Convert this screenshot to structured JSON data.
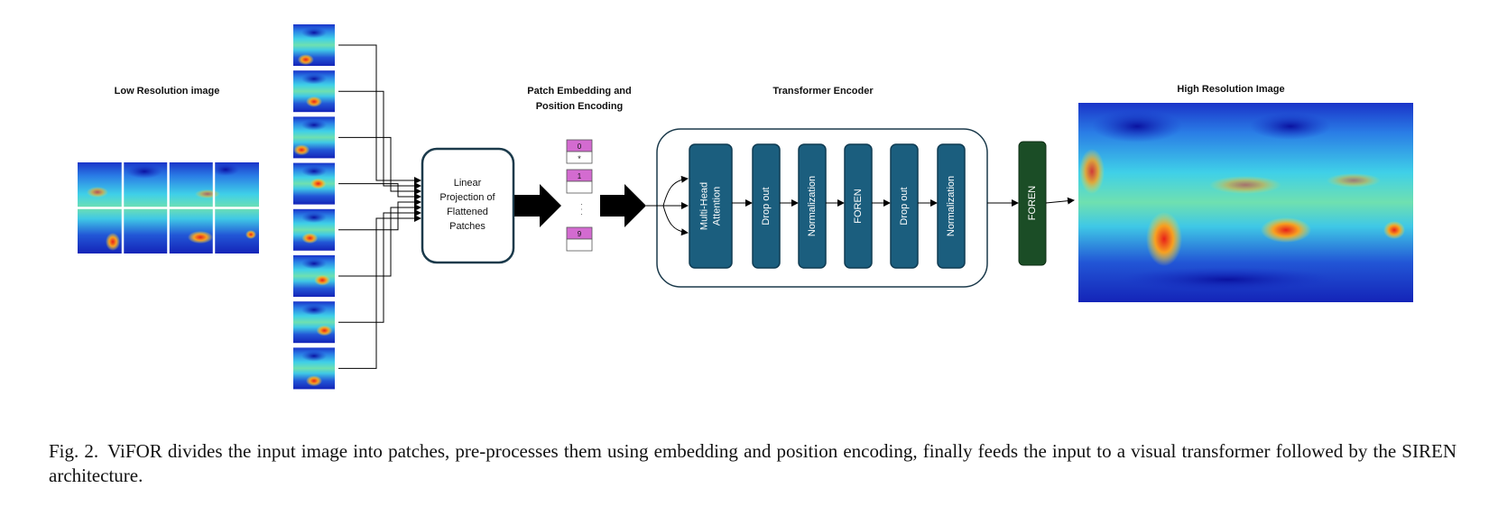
{
  "diagram": {
    "low_res_label": "Low Resolution image",
    "patch_embed_label_line1": "Patch Embedding and",
    "patch_embed_label_line2": "Position Encoding",
    "transformer_label": "Transformer Encoder",
    "high_res_label": "High Resolution Image",
    "linear_projection_lines": [
      "Linear",
      "Projection of",
      "Flattened",
      "Patches"
    ],
    "embedding_tokens": [
      "0",
      "*",
      "1",
      "9"
    ],
    "embedding_ellipsis": "· · ·",
    "encoder_blocks": [
      {
        "lines": [
          "Multi-Head",
          "Attention"
        ]
      },
      {
        "lines": [
          "Drop out"
        ]
      },
      {
        "lines": [
          "Normalization"
        ]
      },
      {
        "lines": [
          "FOREN"
        ]
      },
      {
        "lines": [
          "Drop out"
        ]
      },
      {
        "lines": [
          "Normalization"
        ]
      }
    ],
    "final_block": "FOREN",
    "colors": {
      "encoder_block": "#1b5e7e",
      "final_block": "#1b4d26",
      "token_top": "#d36bd0",
      "arrow": "#000000"
    }
  },
  "caption": {
    "figure_number": "Fig. 2.",
    "text": "ViFOR divides the input image into patches, pre-processes them using embedding and position encoding, finally feeds the input to a visual transformer followed by the SIREN architecture."
  }
}
